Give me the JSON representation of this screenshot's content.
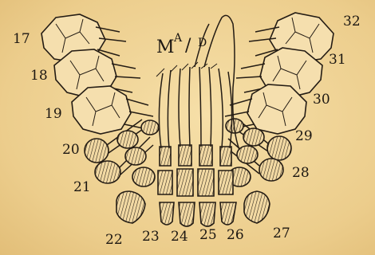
{
  "title": {
    "main": "M",
    "superscript": "A",
    "slash": "/",
    "sub": "D"
  },
  "tooth_numbers": {
    "17": "17",
    "18": "18",
    "19": "19",
    "20": "20",
    "21": "21",
    "22": "22",
    "23": "23",
    "24": "24",
    "25": "25",
    "26": "26",
    "27": "27",
    "28": "28",
    "29": "29",
    "30": "30",
    "31": "31",
    "32": "32"
  },
  "colors": {
    "paper": "#f2d79a",
    "ink": "#241c14"
  }
}
